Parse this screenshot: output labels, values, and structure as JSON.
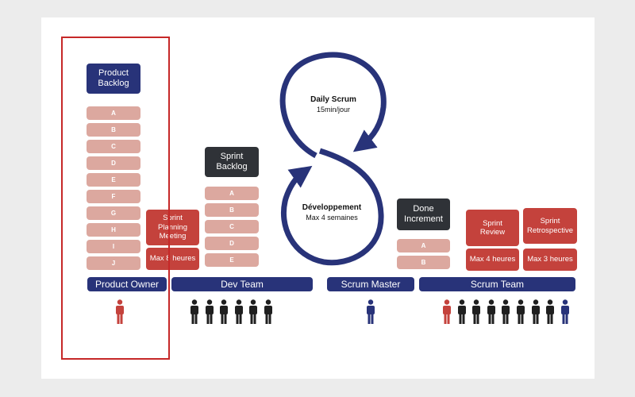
{
  "colors": {
    "navy": "#283379",
    "dark": "#2f3237",
    "red": "#c4423c",
    "item": "#dca89f",
    "person_black": "#1f1f1f",
    "person_red": "#c4423c",
    "person_navy": "#283379",
    "highlight": "#c62828"
  },
  "product_backlog": {
    "title": "Product Backlog",
    "items": [
      "A",
      "B",
      "C",
      "D",
      "E",
      "F",
      "G",
      "H",
      "I",
      "J"
    ]
  },
  "sprint_planning": {
    "title": "Sprint Planning Meeting",
    "duration": "Max 8 heures"
  },
  "sprint_backlog": {
    "title": "Sprint Backlog",
    "items": [
      "A",
      "B",
      "C",
      "D",
      "E"
    ]
  },
  "cycle": {
    "daily_title": "Daily Scrum",
    "daily_sub": "15min/jour",
    "dev_title": "Développement",
    "dev_sub": "Max 4 semaines"
  },
  "done_increment": {
    "title": "Done Increment",
    "items": [
      "A",
      "B"
    ]
  },
  "sprint_review": {
    "title": "Sprint Review",
    "duration": "Max 4 heures"
  },
  "sprint_retro": {
    "title": "Sprint Retrospective",
    "duration": "Max 3 heures"
  },
  "roles": {
    "product_owner": "Product Owner",
    "dev_team": "Dev Team",
    "scrum_master": "Scrum Master",
    "scrum_team": "Scrum Team"
  },
  "people": {
    "product_owner": [
      "red"
    ],
    "dev_team": [
      "black",
      "black",
      "black",
      "black",
      "black",
      "black"
    ],
    "scrum_master": [
      "navy"
    ],
    "scrum_team": [
      "red",
      "black",
      "black",
      "black",
      "black",
      "black",
      "black",
      "black",
      "navy"
    ]
  }
}
